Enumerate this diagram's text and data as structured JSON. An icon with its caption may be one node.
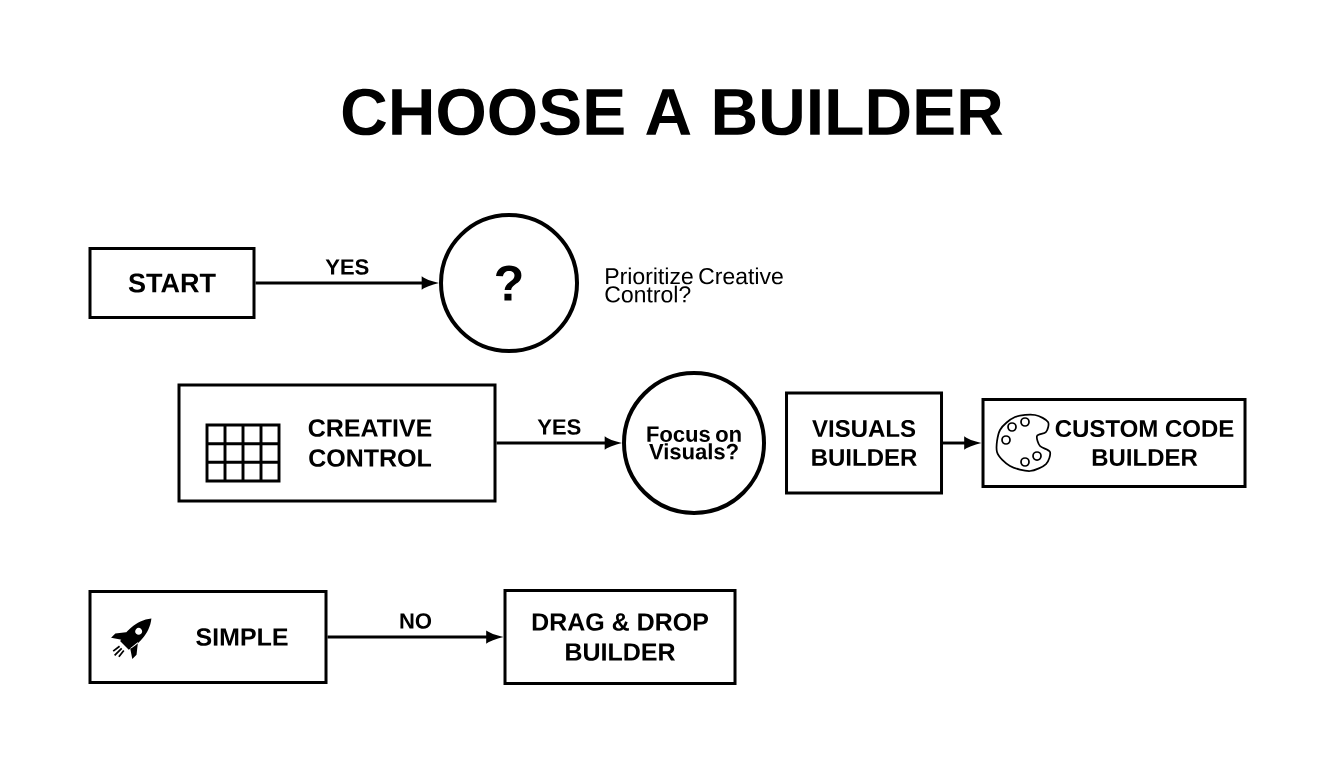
{
  "diagram": {
    "title": "CHOOSE A BUILDER",
    "nodes": [
      {
        "text": [
          "START"
        ]
      },
      {
        "text": [
          "?"
        ],
        "beside": [
          "Prioritize Creative Control?"
        ]
      },
      {
        "text": [
          "CREATIVE CONTROL"
        ]
      },
      {
        "text": [
          "Focus on Visuals?"
        ]
      },
      {
        "text": [
          "VISUALS BUILDER"
        ]
      },
      {
        "text": [
          "CUSTOM CODE BUILDER"
        ]
      },
      {
        "text": [
          "SIMPLE"
        ]
      },
      {
        "text": [
          "DRAG & DROP BUILDER"
        ]
      }
    ],
    "edges": [
      {
        "from": 0,
        "to": 1,
        "arrow": "to",
        "label": "YES"
      },
      {
        "from": 2,
        "to": 3,
        "arrow": "to",
        "label": "YES"
      },
      {
        "from": 4,
        "to": 5,
        "arrow": "to"
      },
      {
        "from": 6,
        "to": 7,
        "arrow": "to",
        "label": "NO"
      }
    ]
  }
}
